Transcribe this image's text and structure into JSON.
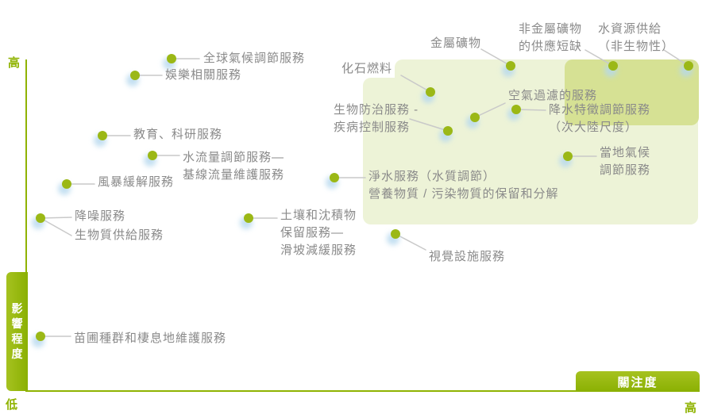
{
  "chart_data": {
    "type": "scatter",
    "title": "",
    "xlabel": "關注度",
    "ylabel": "影響程度",
    "axis_end_labels": {
      "y_high": "高",
      "origin_low": "低",
      "x_high": "高"
    },
    "legend_position": "none",
    "grid": false,
    "colors": {
      "dot": "#9bb816",
      "dot_glow": "#b5d8ee",
      "leader": "#c9c9c9",
      "axis": "#8fb301",
      "badge_text": "#ffffff",
      "label_text": "#8a8a8a",
      "region_light": "#edf3d7",
      "region_dark": "#d6e194"
    },
    "regions": [
      {
        "name": "high-attention-light",
        "shade": "light",
        "rects": [
          [
            497,
            75,
            382,
            208
          ],
          [
            457,
            98,
            422,
            185
          ]
        ]
      },
      {
        "name": "highest-attention-dark",
        "shade": "dark",
        "rects": [
          [
            711,
            75,
            169,
            83
          ]
        ]
      }
    ],
    "points": [
      {
        "name": "全球氣候調節服務",
        "dot": [
          216,
          74
        ],
        "labels": [
          {
            "lines": [
              "全球氣候調節服務"
            ],
            "pos": [
              256,
              63
            ],
            "leader_to": [
              251,
              74
            ]
          }
        ]
      },
      {
        "name": "娛樂相關服務",
        "dot": [
          170,
          95
        ],
        "labels": [
          {
            "lines": [
              "娛樂相關服務"
            ],
            "pos": [
              208,
              84
            ],
            "leader_to": [
              204,
              95
            ]
          }
        ]
      },
      {
        "name": "教育、科研服務",
        "dot": [
          129,
          171
        ],
        "labels": [
          {
            "lines": [
              "教育、科研服務"
            ],
            "pos": [
              168,
              159
            ],
            "leader_to": [
              164,
              171
            ]
          }
        ]
      },
      {
        "name": "水流量調節服務—基線流量維護服務",
        "dot": [
          192,
          196
        ],
        "labels": [
          {
            "lines": [
              "水流量調節服務—",
              "基線流量維護服務"
            ],
            "pos": [
              230,
              188
            ],
            "leader_to": [
              226,
              196
            ]
          }
        ]
      },
      {
        "name": "風暴緩解服務",
        "dot": [
          84,
          232
        ],
        "labels": [
          {
            "lines": [
              "風暴緩解服務"
            ],
            "pos": [
              123,
              219
            ],
            "leader_to": [
              119,
              232
            ]
          }
        ]
      },
      {
        "name": "降噪服務 / 生物質供給服務",
        "dot": [
          51,
          275
        ],
        "labels": [
          {
            "lines": [
              "降噪服務"
            ],
            "pos": [
              94,
              262
            ],
            "leader_to": [
              90,
              274
            ]
          },
          {
            "lines": [
              "生物質供給服務"
            ],
            "pos": [
              94,
              286
            ],
            "leader_to": [
              90,
              297
            ]
          }
        ]
      },
      {
        "name": "苗圃種群和棲息地維護服務",
        "dot": [
          51,
          424
        ],
        "labels": [
          {
            "lines": [
              "苗圃種群和棲息地維護服務"
            ],
            "pos": [
              93,
              416
            ],
            "leader_to": [
              89,
              424
            ]
          }
        ]
      },
      {
        "name": "土壤和沈積物保留服務—滑坡減緩服務",
        "dot": [
          313,
          275
        ],
        "labels": [
          {
            "lines": [
              "土壤和沈積物",
              "保留服務—",
              "滑坡減緩服務"
            ],
            "pos": [
              353,
              261
            ],
            "leader_to": [
              349,
              275
            ]
          }
        ]
      },
      {
        "name": "化石燃料",
        "dot": [
          542,
          116
        ],
        "labels": [
          {
            "lines": [
              "化石燃料"
            ],
            "pos": [
              430,
              76
            ],
            "leader_to": [
              505,
              95
            ]
          }
        ]
      },
      {
        "name": "金屬礦物",
        "dot": [
          643,
          83
        ],
        "labels": [
          {
            "lines": [
              "金屬礦物"
            ],
            "pos": [
              542,
              44
            ],
            "leader_to": [
              606,
              62
            ]
          }
        ]
      },
      {
        "name": "非金屬礦物的供應短缺",
        "dot": [
          772,
          83
        ],
        "labels": [
          {
            "lines": [
              "非金屬礦物",
              "的供應短缺"
            ],
            "pos": [
              653,
              26
            ],
            "leader_to": [
              737,
              63
            ]
          }
        ]
      },
      {
        "name": "水資源供給（非生物性）",
        "dot": [
          867,
          83
        ],
        "labels": [
          {
            "lines": [
              "水資源供給",
              "（非生物性）"
            ],
            "pos": [
              753,
              26
            ],
            "leader_to": [
              836,
              63
            ]
          }
        ]
      },
      {
        "name": "生物防治服務 - 疾病控制服務",
        "dot": [
          564,
          165
        ],
        "labels": [
          {
            "lines": [
              "生物防治服務 -",
              "疾病控制服務"
            ],
            "pos": [
              420,
              128
            ],
            "leader_to": [
              516,
              150
            ]
          }
        ]
      },
      {
        "name": "空氣過濾的服務",
        "dot": [
          598,
          148
        ],
        "labels": [
          {
            "lines": [
              "空氣過濾的服務"
            ],
            "pos": [
              640,
              110
            ],
            "leader_to": [
              636,
              130
            ]
          }
        ]
      },
      {
        "name": "降水特徵調節服務（次大陸尺度）",
        "dot": [
          650,
          138
        ],
        "labels": [
          {
            "lines": [
              "降水特徵調節服務",
              "（次大陸尺度）"
            ],
            "pos": [
              691,
              128
            ],
            "leader_to": [
              687,
              139
            ]
          }
        ]
      },
      {
        "name": "淨水服務（水質調節）營養物質/污染物質的保留和分解",
        "dot": [
          421,
          224
        ],
        "labels": [
          {
            "lines": [
              "淨水服務（水質調節）",
              "營養物質 / 污染物質的保留和分解"
            ],
            "pos": [
              464,
              212
            ],
            "leader_to": [
              460,
              224
            ]
          }
        ]
      },
      {
        "name": "當地氣候調節服務",
        "dot": [
          715,
          197
        ],
        "labels": [
          {
            "lines": [
              "當地氣候",
              "調節服務"
            ],
            "pos": [
              755,
              182
            ],
            "leader_to": [
              751,
              197
            ]
          }
        ]
      },
      {
        "name": "視覺設施服務",
        "dot": [
          498,
          295
        ],
        "labels": [
          {
            "lines": [
              "視覺設施服務"
            ],
            "pos": [
              540,
              313
            ],
            "leader_to": [
              536,
              315
            ]
          }
        ]
      }
    ]
  }
}
